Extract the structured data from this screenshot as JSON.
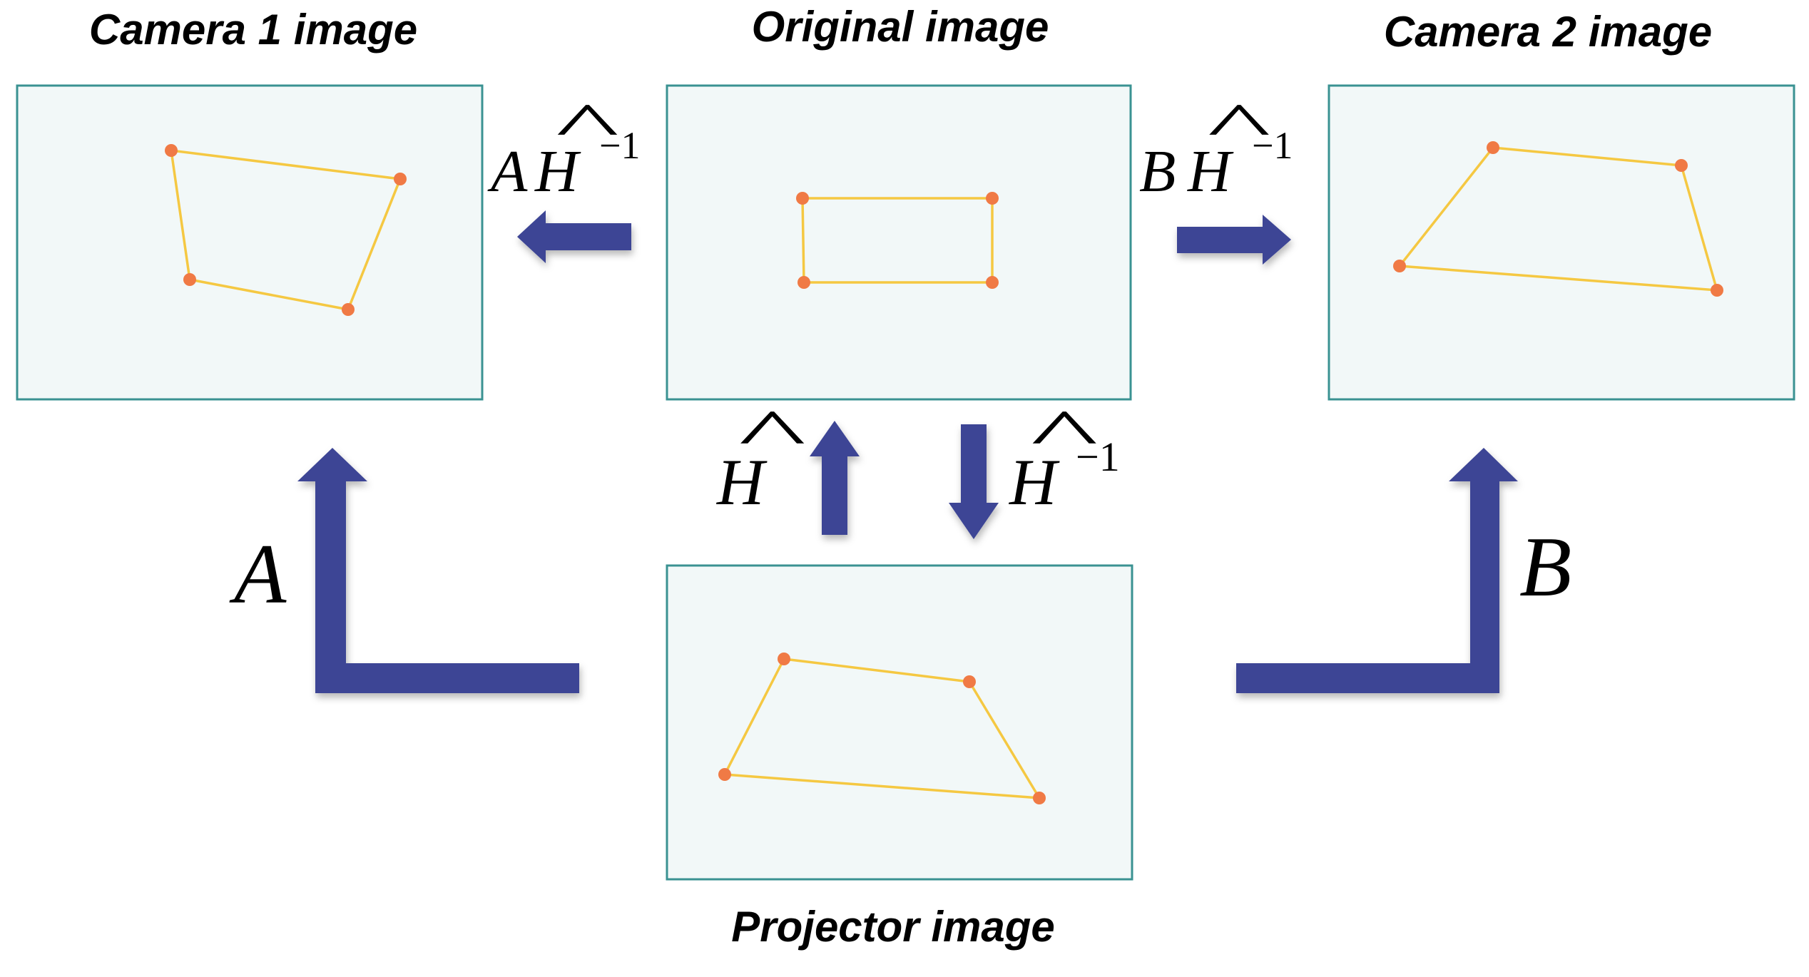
{
  "panels": {
    "camera1": {
      "title": "Camera 1 image"
    },
    "original": {
      "title": "Original image"
    },
    "camera2": {
      "title": "Camera 2 image"
    },
    "projector": {
      "title": "Projector image"
    }
  },
  "labels": {
    "a_hinv": {
      "base": "A",
      "sym": "H",
      "hat": "^",
      "sup": "−1"
    },
    "b_hinv": {
      "base": "B",
      "sym": "H",
      "hat": "^",
      "sup": "−1"
    },
    "h": {
      "sym": "H",
      "hat": "^"
    },
    "hinv": {
      "sym": "H",
      "hat": "^",
      "sup": "−1"
    },
    "a": "A",
    "b": "B"
  },
  "colors": {
    "panel_fill": "#f2f8f8",
    "panel_border": "#3a9292",
    "quad_line": "#f5c842",
    "quad_point": "#f07a45",
    "arrow": "#3c4495"
  }
}
